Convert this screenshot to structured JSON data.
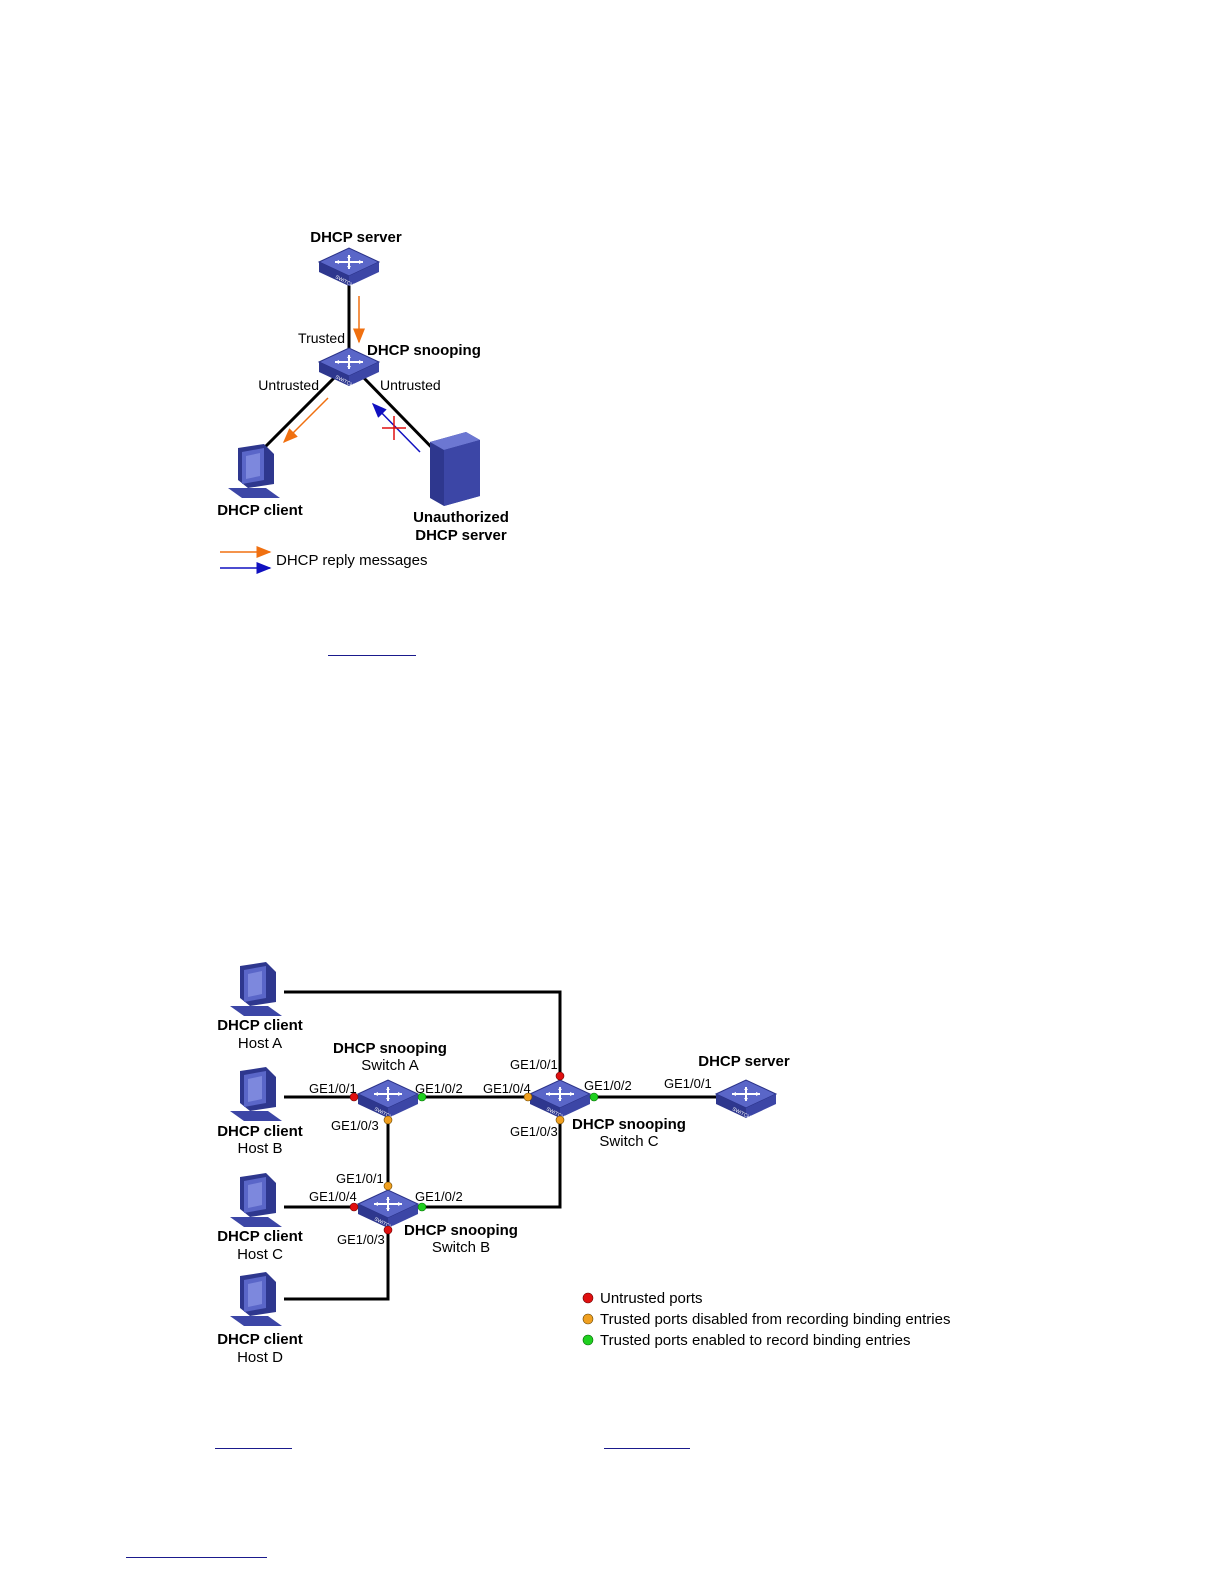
{
  "figure1": {
    "dhcp_server": "DHCP server",
    "dhcp_snooping": "DHCP snooping",
    "trusted": "Trusted",
    "untrusted_left": "Untrusted",
    "untrusted_right": "Untrusted",
    "dhcp_client": "DHCP client",
    "unauthorized_1": "Unauthorized",
    "unauthorized_2": "DHCP server",
    "legend_text": "DHCP reply messages"
  },
  "figure2": {
    "host_a": {
      "role": "DHCP client",
      "name": "Host A"
    },
    "host_b": {
      "role": "DHCP client",
      "name": "Host B"
    },
    "host_c": {
      "role": "DHCP client",
      "name": "Host C"
    },
    "host_d": {
      "role": "DHCP client",
      "name": "Host D"
    },
    "switch_a": {
      "role": "DHCP snooping",
      "name": "Switch A"
    },
    "switch_b": {
      "role": "DHCP snooping",
      "name": "Switch B"
    },
    "switch_c": {
      "role": "DHCP snooping",
      "name": "Switch C"
    },
    "server": "DHCP server",
    "ports": {
      "a_ge1": "GE1/0/1",
      "a_ge2": "GE1/0/2",
      "a_ge3": "GE1/0/3",
      "c_ge1": "GE1/0/1",
      "c_ge2": "GE1/0/2",
      "c_ge3": "GE1/0/3",
      "c_ge4": "GE1/0/4",
      "srv_ge1": "GE1/0/1",
      "b_ge1": "GE1/0/1",
      "b_ge2": "GE1/0/2",
      "b_ge3": "GE1/0/3",
      "b_ge4": "GE1/0/4"
    },
    "legend": [
      {
        "text": "Untrusted ports",
        "color": "#e01010"
      },
      {
        "text": "Trusted ports disabled from recording binding entries",
        "color": "#f0a020"
      },
      {
        "text": "Trusted ports enabled to record binding entries",
        "color": "#20d020"
      }
    ]
  },
  "colors": {
    "device": "#3a44a8",
    "orange_arrow": "#f07010",
    "blue_arrow": "#1010c0"
  }
}
